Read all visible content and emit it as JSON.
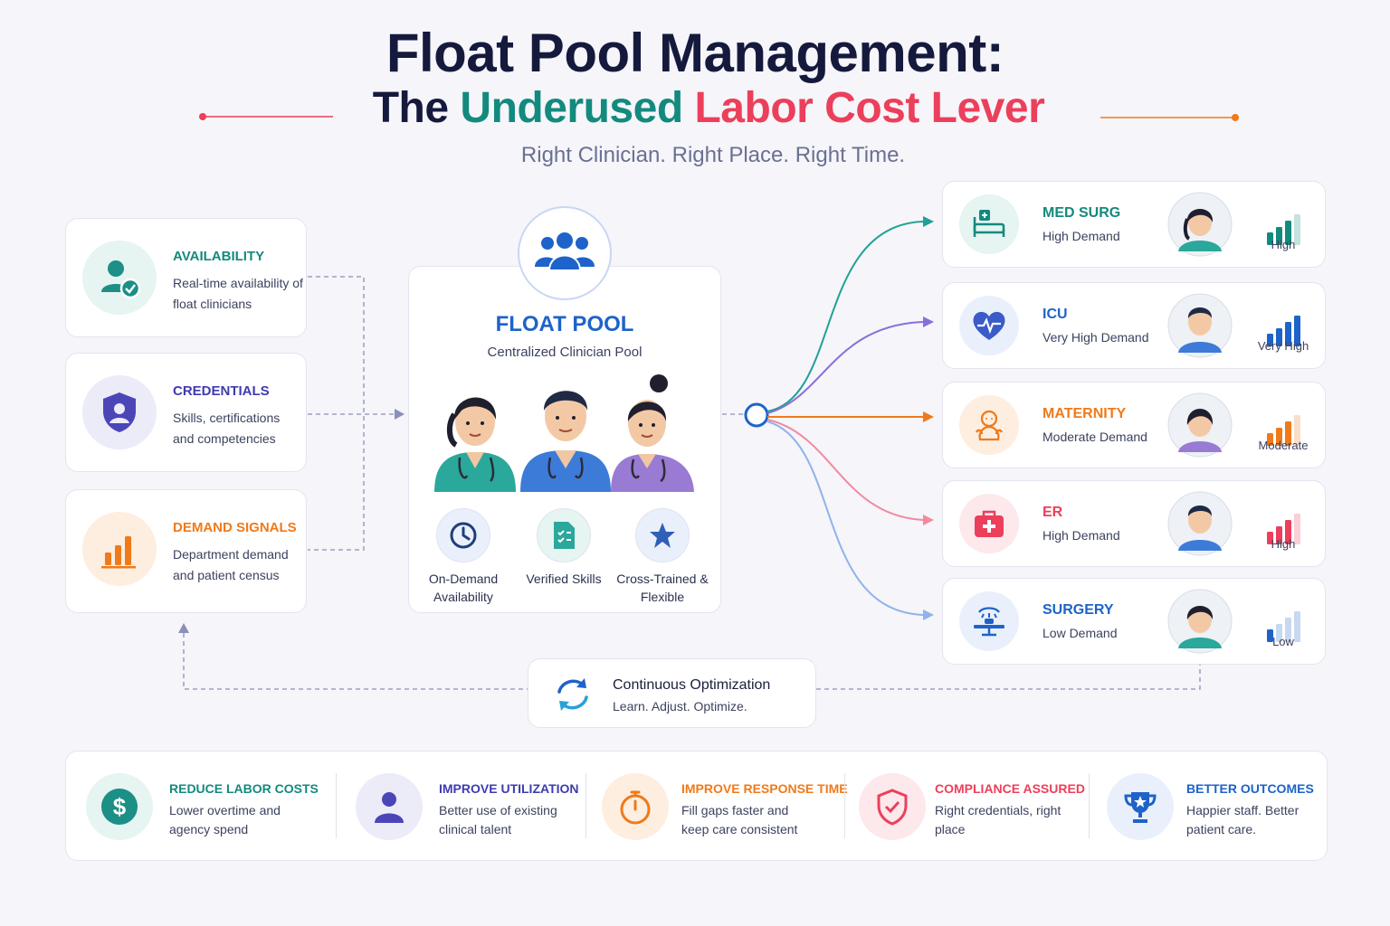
{
  "title": {
    "line1": "Float Pool Management:",
    "line2_part1": "The",
    "line2_part2": "Underused",
    "line2_part3": "Labor Cost Lever",
    "tagline": "Right Clinician. Right Place. Right Time."
  },
  "inputs": [
    {
      "title": "AVAILABILITY",
      "desc": "Real-time availability of float clinicians",
      "icon": "person-check-icon",
      "color": "#138a7e"
    },
    {
      "title": "CREDENTIALS",
      "desc": "Skills, certifications and competencies",
      "icon": "shield-person-icon",
      "color": "#3f3bb0"
    },
    {
      "title": "DEMAND SIGNALS",
      "desc": "Department demand and patient census",
      "icon": "bar-chart-icon",
      "color": "#f07a1a"
    }
  ],
  "pool": {
    "title": "FLOAT POOL",
    "subtitle": "Centralized Clinician Pool",
    "features": [
      {
        "label": "On-Demand Availability",
        "icon": "clock-icon"
      },
      {
        "label": "Verified Skills",
        "icon": "checklist-icon"
      },
      {
        "label": "Cross-Trained & Flexible",
        "icon": "star-icon"
      }
    ]
  },
  "departments": [
    {
      "name": "MED SURG",
      "demand": "High Demand",
      "level": "High",
      "color": "#138a7e",
      "bars_filled": 3,
      "icon": "hospital-bed-icon"
    },
    {
      "name": "ICU",
      "demand": "Very High Demand",
      "level": "Very High",
      "color": "#1e63c9",
      "bars_filled": 4,
      "icon": "heart-pulse-icon"
    },
    {
      "name": "MATERNITY",
      "demand": "Moderate Demand",
      "level": "Moderate",
      "color": "#f07a1a",
      "bars_filled": 3,
      "icon": "baby-icon"
    },
    {
      "name": "ER",
      "demand": "High Demand",
      "level": "High",
      "color": "#ec3f5b",
      "bars_filled": 3,
      "icon": "first-aid-kit-icon"
    },
    {
      "name": "SURGERY",
      "demand": "Low Demand",
      "level": "Low",
      "color": "#1e63c9",
      "bars_filled": 1,
      "icon": "surgery-table-icon"
    }
  ],
  "optimization": {
    "title": "Continuous Optimization",
    "subtitle": "Learn. Adjust. Optimize."
  },
  "benefits": [
    {
      "title": "REDUCE LABOR COSTS",
      "desc": "Lower overtime and agency spend",
      "color": "#138a7e",
      "icon": "dollar-icon"
    },
    {
      "title": "IMPROVE UTILIZATION",
      "desc": "Better use of existing clinical talent",
      "color": "#3f3bb0",
      "icon": "person-icon"
    },
    {
      "title": "IMPROVE RESPONSE TIME",
      "desc": "Fill gaps faster and keep care consistent",
      "color": "#f07a1a",
      "icon": "stopwatch-icon"
    },
    {
      "title": "COMPLIANCE ASSURED",
      "desc": "Right credentials, right place",
      "color": "#ec3f5b",
      "icon": "shield-check-icon"
    },
    {
      "title": "BETTER OUTCOMES",
      "desc": "Happier staff. Better patient care.",
      "color": "#1e63c9",
      "icon": "trophy-icon"
    }
  ]
}
